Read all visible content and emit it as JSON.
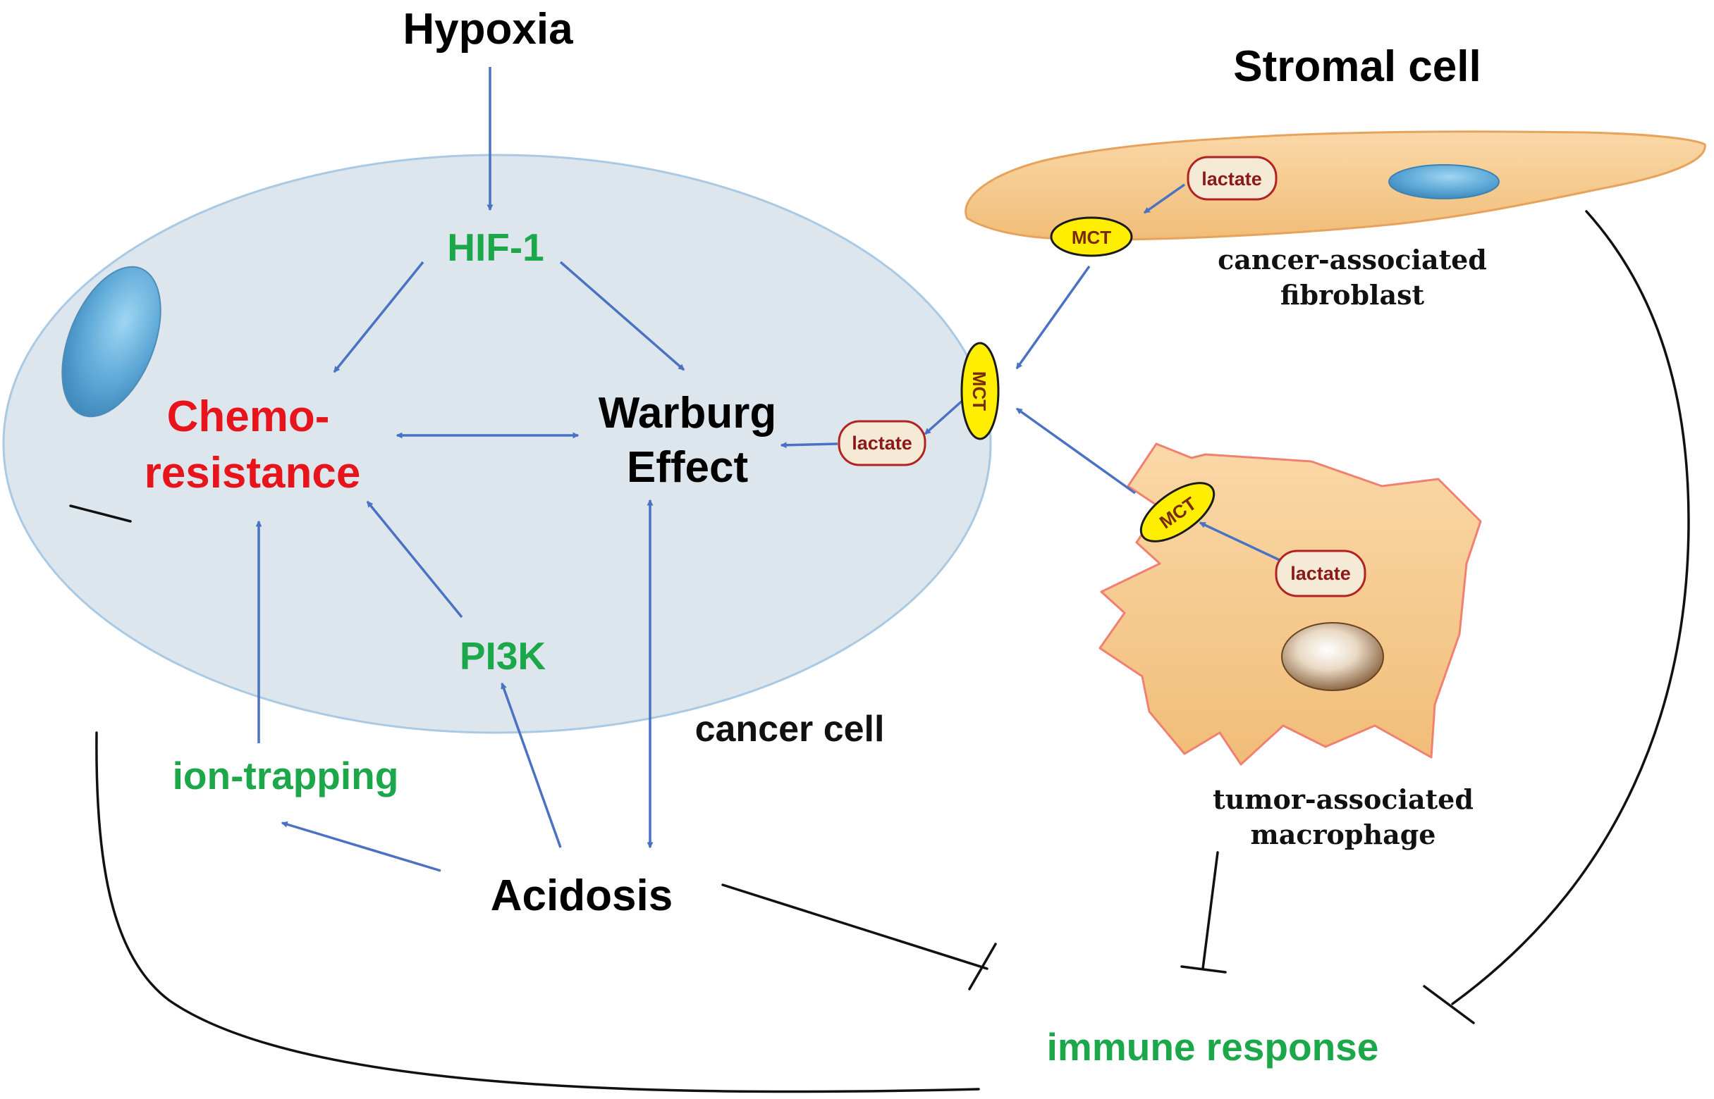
{
  "labels": {
    "hypoxia": "Hypoxia",
    "hif1": "HIF-1",
    "chemo_line1": "Chemo-",
    "chemo_line2": "resistance",
    "warburg_line1": "Warburg",
    "warburg_line2": "Effect",
    "pi3k": "PI3K",
    "cancer_cell": "cancer cell",
    "ion_trapping": "ion-trapping",
    "acidosis": "Acidosis",
    "immune_response": "immune response",
    "stromal_cell": "Stromal cell",
    "caf_line1": "cancer-associated",
    "caf_line2": "fibroblast",
    "tam_line1": "tumor-associated",
    "tam_line2": "macrophage",
    "lactate": "lactate",
    "mct": "MCT"
  },
  "colors": {
    "arrow": "#4a72c4",
    "inhibit_line": "#111111",
    "cancer_cell_fill": "#dde6ec",
    "stromal_fill": "#f6c98c",
    "nucleus_blue": "#5ba7d6",
    "mct_fill": "#ffee00",
    "lactate_fill": "#f4ead5",
    "lactate_border": "#b22222",
    "chemo_red": "#e8141b",
    "green_label": "#1ca84a"
  }
}
